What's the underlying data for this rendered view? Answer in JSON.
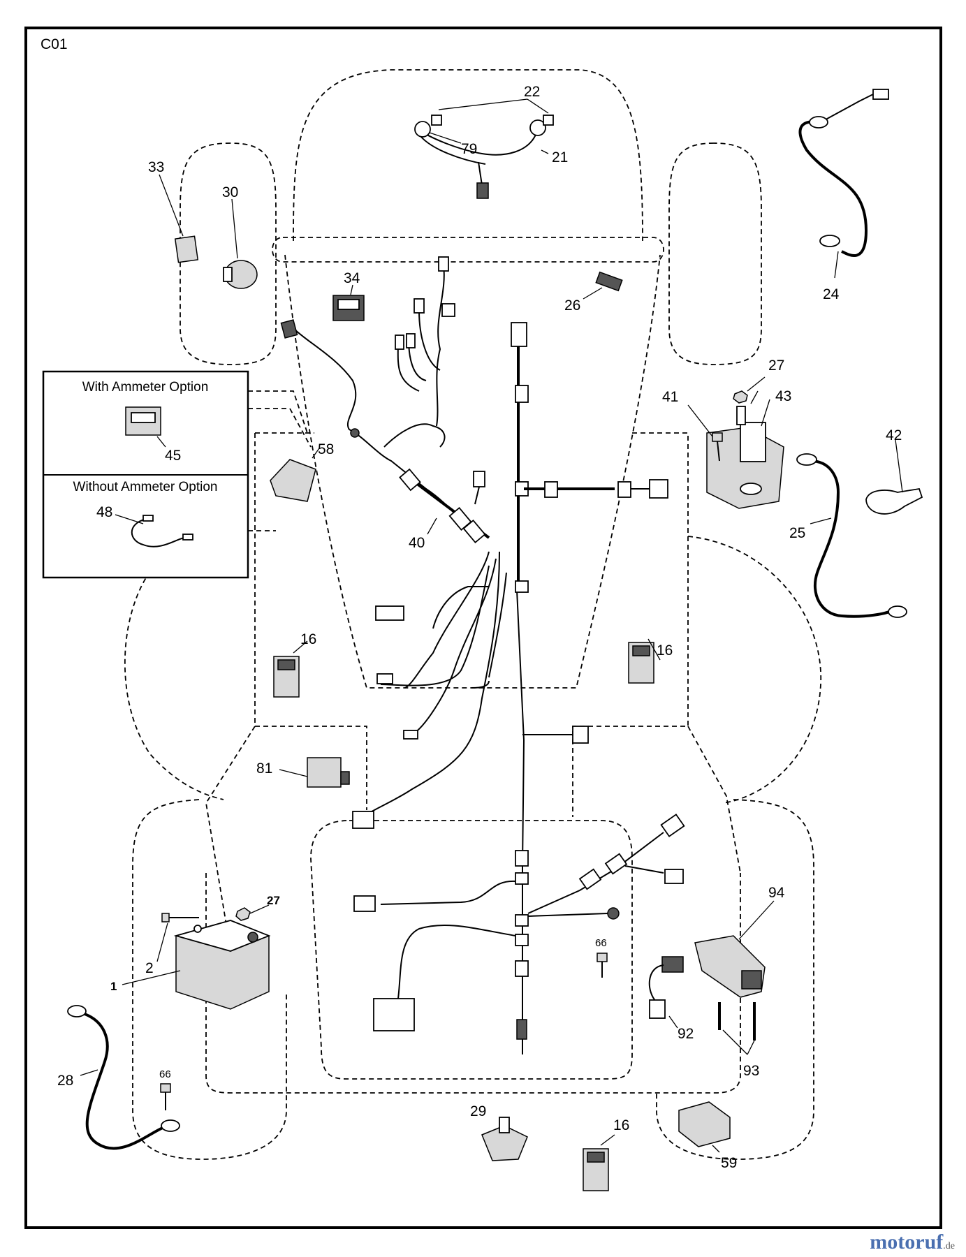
{
  "diagram": {
    "code": "C01",
    "options": {
      "with_ammeter": "With Ammeter Option",
      "without_ammeter": "Without Ammeter Option"
    },
    "callouts": {
      "c22": "22",
      "c79": "79",
      "c21": "21",
      "c33": "33",
      "c30": "30",
      "c24": "24",
      "c34": "34",
      "c26": "26",
      "c27a": "27",
      "c41": "41",
      "c43": "43",
      "c42": "42",
      "c25": "25",
      "c45": "45",
      "c58": "58",
      "c48": "48",
      "c40": "40",
      "c16a": "16",
      "c16b": "16",
      "c81": "81",
      "c94": "94",
      "c27b": "27",
      "c2": "2",
      "c1": "1",
      "c66a": "66",
      "c66b": "66",
      "c92": "92",
      "c93": "93",
      "c28": "28",
      "c29": "29",
      "c16c": "16",
      "c59": "59"
    }
  },
  "watermark": {
    "name": "motoruf",
    "suffix": ".de"
  }
}
